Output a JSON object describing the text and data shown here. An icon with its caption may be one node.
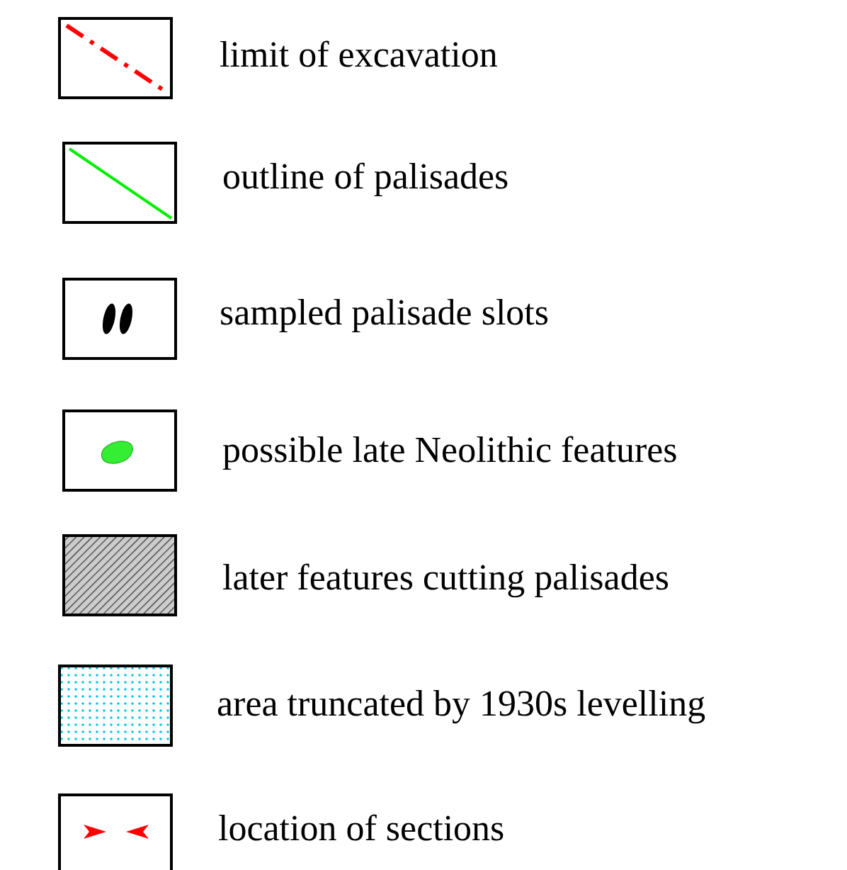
{
  "diagram": {
    "legend": [
      {
        "text": "limit of excavation"
      },
      {
        "text": "outline of palisades"
      },
      {
        "text": "sampled palisade slots"
      },
      {
        "text": "possible late Neolithic features"
      },
      {
        "text": "later features cutting palisades"
      },
      {
        "text": "area truncated by 1930s levelling"
      },
      {
        "text": "location of sections"
      }
    ]
  }
}
